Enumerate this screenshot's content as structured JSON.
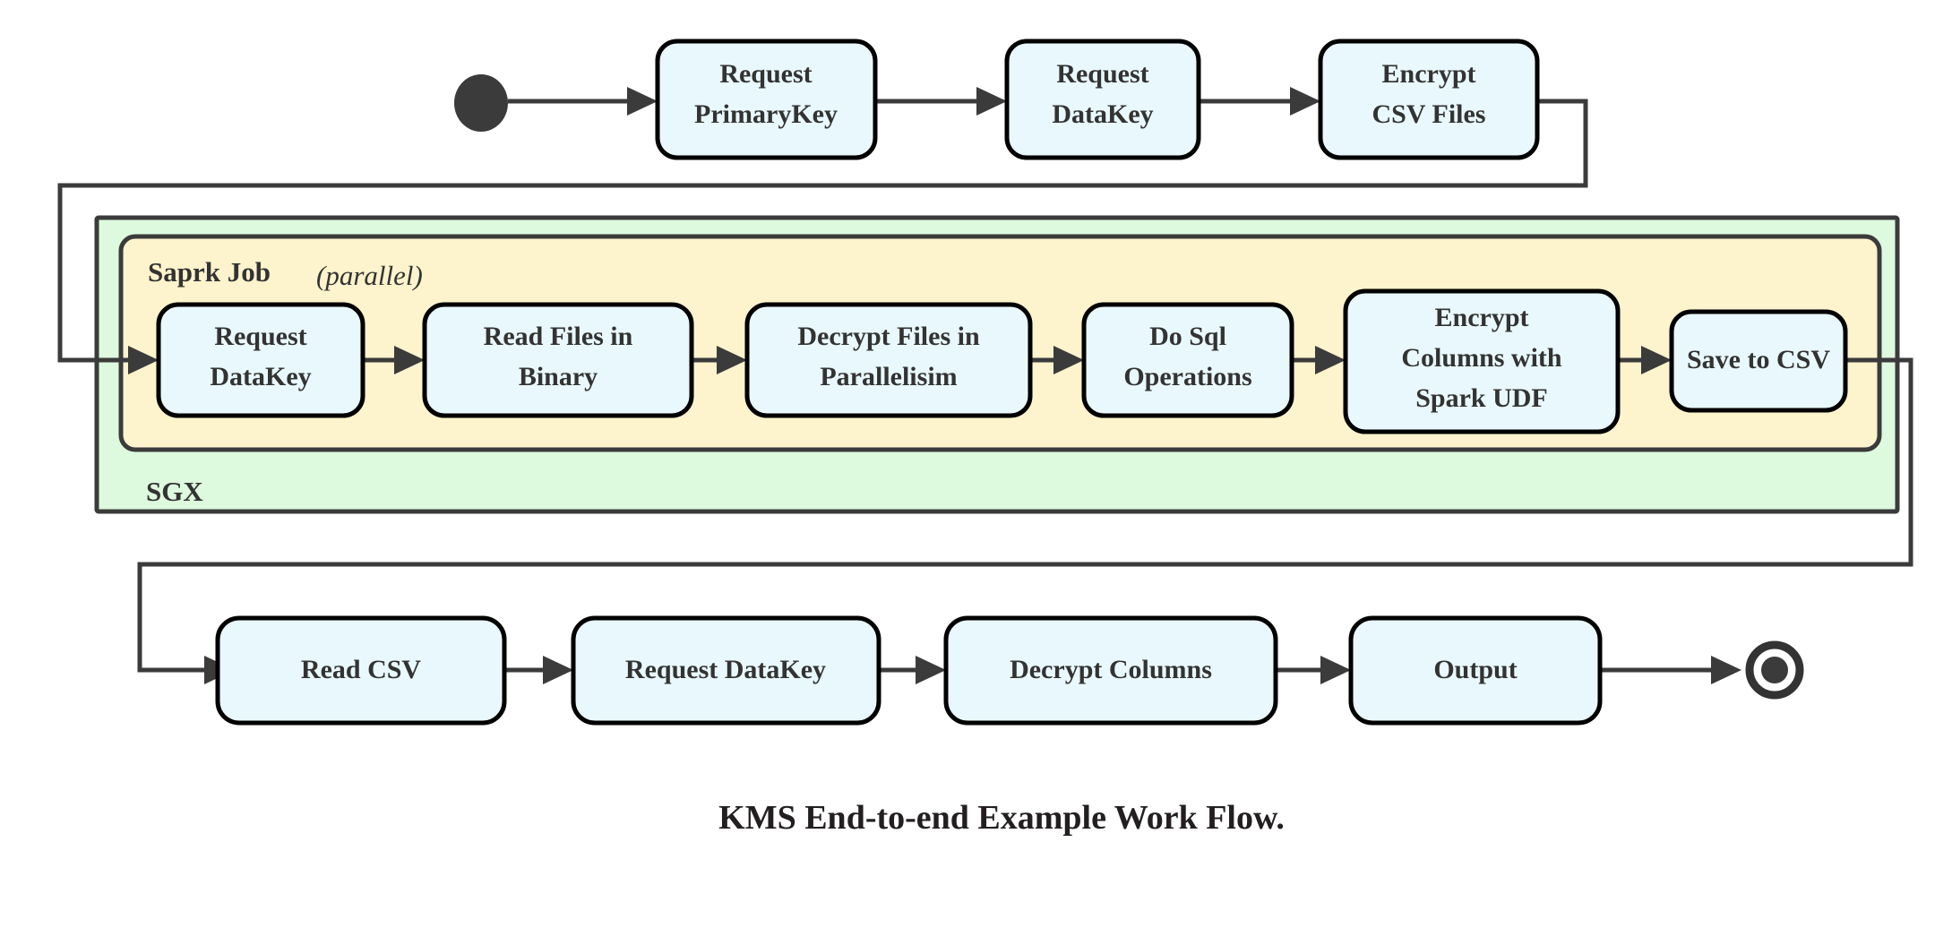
{
  "diagram": {
    "caption": "KMS End-to-end Example Work Flow.",
    "colors": {
      "node_fill": "#e9f8fd",
      "node_stroke": "#000000",
      "sgx_fill": "#ddfade",
      "spark_fill": "#fdf3cc",
      "container_stroke": "#3b3b3b",
      "edge": "#3b3b3b",
      "text": "#333333",
      "background": "#ffffff"
    },
    "start_node": {
      "name": "start-node",
      "shape": "filled-circle"
    },
    "end_node": {
      "name": "end-node",
      "shape": "bullseye-circle"
    },
    "containers": {
      "sgx": {
        "label": "SGX"
      },
      "spark": {
        "label_bold": "Saprk Job",
        "label_italic": "(parallel)"
      }
    },
    "rows": {
      "top": [
        {
          "id": "request-primarykey",
          "lines": [
            "Request",
            "PrimaryKey"
          ]
        },
        {
          "id": "request-datakey-top",
          "lines": [
            "Request",
            "DataKey"
          ]
        },
        {
          "id": "encrypt-csv-files",
          "lines": [
            "Encrypt",
            "CSV Files"
          ]
        }
      ],
      "middle": [
        {
          "id": "request-datakey-spark",
          "lines": [
            "Request",
            "DataKey"
          ]
        },
        {
          "id": "read-files-in-binary",
          "lines": [
            "Read Files in",
            "Binary"
          ]
        },
        {
          "id": "decrypt-files-in-parallelisim",
          "lines": [
            "Decrypt Files in",
            "Parallelisim"
          ]
        },
        {
          "id": "do-sql-operations",
          "lines": [
            "Do Sql",
            "Operations"
          ]
        },
        {
          "id": "encrypt-columns-with-spark-udf",
          "lines": [
            "Encrypt",
            "Columns with",
            "Spark UDF"
          ]
        },
        {
          "id": "save-to-csv",
          "lines": [
            "Save to CSV"
          ]
        }
      ],
      "bottom": [
        {
          "id": "read-csv",
          "lines": [
            "Read CSV"
          ]
        },
        {
          "id": "request-datakey-bottom",
          "lines": [
            "Request DataKey"
          ]
        },
        {
          "id": "decrypt-columns",
          "lines": [
            "Decrypt Columns"
          ]
        },
        {
          "id": "output",
          "lines": [
            "Output"
          ]
        }
      ]
    }
  }
}
